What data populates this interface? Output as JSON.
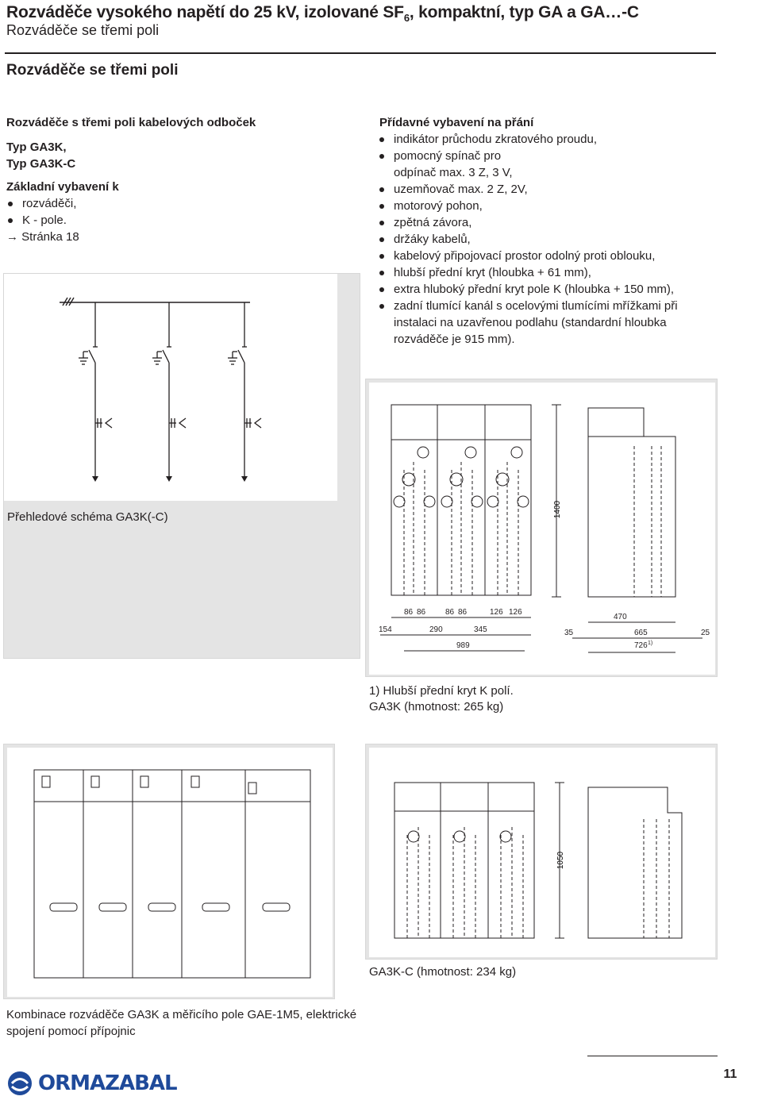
{
  "header": {
    "title_part1": "Rozváděče vysokého napětí do 25 kV, izolované SF",
    "title_sub": "6",
    "title_part2": ", kompaktní, typ GA a GA…-C",
    "subtitle": "Rozváděče se třemi poli"
  },
  "section_title": "Rozváděče se třemi poli",
  "left_text": {
    "heading": "Rozváděče s třemi poli kabelových odboček",
    "types": [
      "Typ GA3K,",
      "Typ GA3K-C"
    ],
    "basic_label": "Základní vybavení k",
    "basic_items": [
      "rozváděči,",
      "K - pole."
    ],
    "page_ref_arrow": "→",
    "page_ref": "Stránka 18"
  },
  "right_text": {
    "heading": "Přídavné vybavení na přání",
    "items": [
      [
        "indikátor průchodu zkratového proudu,"
      ],
      [
        "pomocný spínač pro",
        "odpínač max. 3 Z, 3 V,"
      ],
      [
        "uzemňovač max. 2 Z, 2V,"
      ],
      [
        "motorový pohon,"
      ],
      [
        "zpětná závora,"
      ],
      [
        "držáky kabelů,"
      ],
      [
        "kabelový připojovací prostor odolný proti oblouku,"
      ],
      [
        "hlubší přední kryt (hloubka + 61 mm),"
      ],
      [
        "extra hluboký přední kryt pole K (hloubka + 150 mm),"
      ],
      [
        "zadní tlumící kanál s ocelovými tlumícími mřížkami při",
        "instalaci na uzavřenou podlahu (standardní hloubka",
        "rozváděče je 915 mm)."
      ]
    ]
  },
  "schema_caption": "Přehledové schéma GA3K(-C)",
  "drawing1": {
    "height_dim": "1400",
    "top_dims": [
      "86",
      "86",
      "86",
      "86",
      "126",
      "126"
    ],
    "front_dims": [
      "154",
      "290",
      "345",
      "989"
    ],
    "side_dims": [
      "470",
      "35",
      "665",
      "726",
      "1)",
      "25"
    ],
    "footnote": "1) Hlubší přední kryt K polí.",
    "caption": "GA3K (hmotnost: 265 kg)"
  },
  "drawing2": {
    "height_dim": "1050",
    "caption": "GA3K-C (hmotnost: 234 kg)"
  },
  "combo_caption": [
    "Kombinace rozváděče GA3K a měřicího pole GAE-1M5, elektrické",
    "spojení pomocí přípojnic"
  ],
  "footer": {
    "logo_text": "ORMAZABAL",
    "page_number": "11"
  },
  "colors": {
    "panel_bg": "#e4e4e4",
    "logo_blue": "#1f4a9a",
    "text": "#231f20"
  }
}
